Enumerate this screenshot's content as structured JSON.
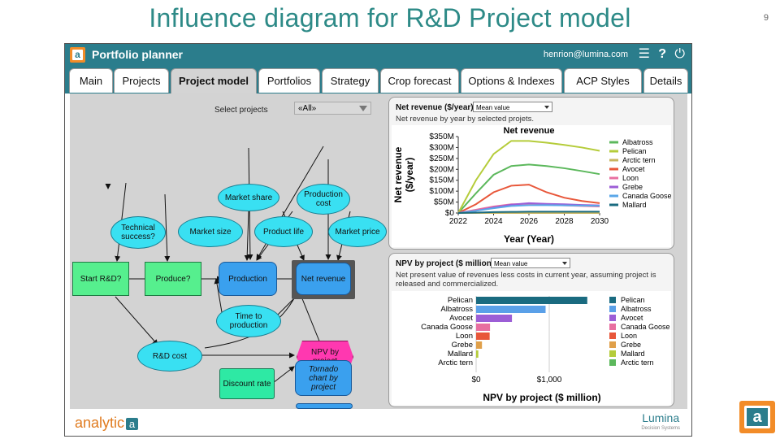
{
  "slide": {
    "title": "Influence diagram for R&D Project model",
    "page_number": "9"
  },
  "app": {
    "title": "Portfolio planner",
    "user": "henrion@lumina.com",
    "icons": {
      "menu": "☰",
      "help": "?",
      "power": "⏻"
    },
    "colors": {
      "titlebar": "#2b7d8c",
      "accent_orange": "#f28c28"
    }
  },
  "tabs": [
    {
      "label": "Main"
    },
    {
      "label": "Projects"
    },
    {
      "label": "Project model",
      "active": true
    },
    {
      "label": "Portfolios"
    },
    {
      "label": "Strategy"
    },
    {
      "label": "Crop forecast"
    },
    {
      "label": "Options & Indexes"
    },
    {
      "label": "ACP Styles"
    },
    {
      "label": "Details"
    }
  ],
  "selector": {
    "label": "Select projects",
    "value": "«All»"
  },
  "diagram": {
    "nodes": {
      "market_share": "Market share",
      "production_cost": "Production cost",
      "technical_success": "Technical success?",
      "market_size": "Market size",
      "product_life": "Product life",
      "market_price": "Market price",
      "start_rd": "Start R&D?",
      "produce": "Produce?",
      "production": "Production",
      "net_revenue": "Net revenue",
      "time_to_production": "Time to production",
      "rd_cost": "R&D cost",
      "npv_by_project": "NPV by project",
      "discount_rate": "Discount rate",
      "tornado": "Tornado chart by project"
    }
  },
  "panel_revenue": {
    "title": "Net revenue ($/year)",
    "dropdown": "Mean value",
    "description": "Net revenue by year by selected projets."
  },
  "panel_npv": {
    "title": "NPV by project ($ million)",
    "dropdown": "Mean value",
    "description": "Net present value of revenues less costs in current year, assuming project is released and commercialized."
  },
  "footer": {
    "analytica": "analytic",
    "analytica_box": "a",
    "lumina": "Lumina",
    "lumina_sub": "Decision Systems"
  },
  "chart_data": [
    {
      "type": "line",
      "title": "Net revenue",
      "xlabel": "Year (Year)",
      "ylabel": "Net revenue ($/year)",
      "x": [
        2022,
        2023,
        2024,
        2025,
        2026,
        2027,
        2028,
        2029,
        2030
      ],
      "xticks": [
        "2022",
        "2024",
        "2026",
        "2028",
        "2030"
      ],
      "yticks": [
        "$0",
        "$50M",
        "$100M",
        "$150M",
        "$200M",
        "$250M",
        "$300M",
        "$350M"
      ],
      "ylim": [
        0,
        350
      ],
      "y_unit": "$M",
      "legend": "right",
      "series": [
        {
          "name": "Albatross",
          "color": "#5cb85c",
          "values": [
            0,
            90,
            175,
            215,
            222,
            215,
            205,
            192,
            178
          ]
        },
        {
          "name": "Pelican",
          "color": "#b5cc3a",
          "values": [
            0,
            150,
            270,
            330,
            330,
            322,
            312,
            300,
            285
          ]
        },
        {
          "name": "Arctic tern",
          "color": "#c8b560",
          "values": [
            0,
            0,
            0,
            0,
            0,
            0,
            0,
            0,
            0
          ]
        },
        {
          "name": "Avocet",
          "color": "#e8573a",
          "values": [
            0,
            40,
            95,
            125,
            130,
            95,
            70,
            55,
            45
          ]
        },
        {
          "name": "Loon",
          "color": "#e86fa0",
          "values": [
            0,
            15,
            30,
            40,
            42,
            38,
            35,
            32,
            30
          ]
        },
        {
          "name": "Grebe",
          "color": "#9c5ed6",
          "values": [
            0,
            10,
            25,
            38,
            45,
            42,
            40,
            37,
            35
          ]
        },
        {
          "name": "Canada Goose",
          "color": "#5aa7e8",
          "values": [
            0,
            10,
            22,
            32,
            36,
            36,
            35,
            34,
            33
          ]
        },
        {
          "name": "Mallard",
          "color": "#1a6b80",
          "values": [
            0,
            2,
            4,
            5,
            6,
            6,
            6,
            6,
            6
          ]
        }
      ]
    },
    {
      "type": "bar",
      "orientation": "horizontal",
      "xlabel": "NPV by project ($ million)",
      "xticks": [
        "$0",
        "$1,000"
      ],
      "xlim": [
        0,
        1800
      ],
      "legend": "right",
      "categories": [
        "Pelican",
        "Albatross",
        "Avocet",
        "Canada Goose",
        "Loon",
        "Grebe",
        "Mallard",
        "Arctic tern"
      ],
      "values": [
        1520,
        950,
        490,
        190,
        185,
        80,
        30,
        0
      ],
      "colors": [
        "#1a6b80",
        "#5aa0e8",
        "#9c5ed6",
        "#e86fa0",
        "#e8573a",
        "#e0a04a",
        "#b5cc3a",
        "#5cb85c"
      ],
      "legend_order": [
        "Pelican",
        "Albatross",
        "Avocet",
        "Canada Goose",
        "Loon",
        "Grebe",
        "Mallard",
        "Arctic tern"
      ]
    }
  ]
}
